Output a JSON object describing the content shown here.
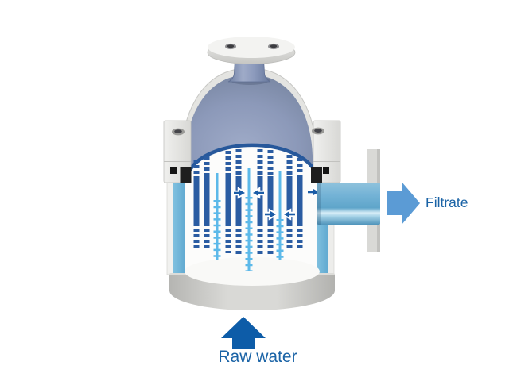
{
  "labels": {
    "filtrate": "Filtrate",
    "raw_water": "Raw water"
  },
  "colors": {
    "label_text": "#1a63a6",
    "filtrate_arrow": "#5b9bd5",
    "raw_water_arrow": "#0d5ca8",
    "membrane_dark": "#2a5ca2",
    "permeate_light": "#5cb9e9",
    "flow_arrow": "#1b5ca6",
    "water": "#6db3d8",
    "pipe": "#6fb0d4",
    "dome": "#8c99b9",
    "shell_gray": "#d6d6d3",
    "seal_black": "#1c1c1c",
    "deck_rim": "#27589b"
  },
  "icons": {
    "filtrate_arrow": "right-arrow",
    "raw_water_arrow": "up-arrow",
    "flow_arrows": "paired-horizontal-arrows"
  }
}
